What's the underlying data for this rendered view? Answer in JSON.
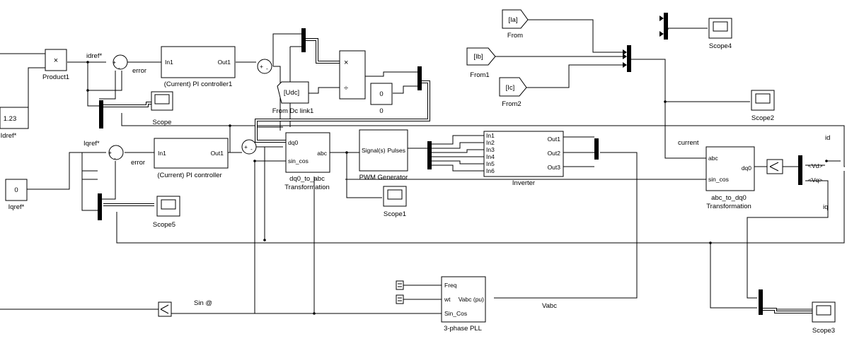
{
  "blocks": {
    "product1": {
      "label": "Product1",
      "symbol": "×"
    },
    "idref_const": {
      "value": "1.23",
      "label": "Idref*"
    },
    "iqref_const": {
      "value": "0",
      "label": "Iqref*"
    },
    "pi_controller1": {
      "label": "(Current) PI controller1",
      "in": "In1",
      "out": "Out1"
    },
    "pi_controller": {
      "label": "(Current) PI controller",
      "in": "In1",
      "out": "Out1"
    },
    "scope": {
      "label": "Scope"
    },
    "scope1": {
      "label": "Scope1"
    },
    "scope2": {
      "label": "Scope2"
    },
    "scope3": {
      "label": "Scope3"
    },
    "scope4": {
      "label": "Scope4"
    },
    "scope5": {
      "label": "Scope5"
    },
    "from_dc_link1": {
      "tag": "[Udc]",
      "label": "From Dc link1"
    },
    "const_zero_mid": {
      "value": "0",
      "label": "0"
    },
    "divide": {
      "mul": "×",
      "div": "÷"
    },
    "dq0_to_abc": {
      "label1": "dq0_to_abc",
      "label2": "Transformation",
      "in1": "dq0",
      "in2": "sin_cos",
      "out": "abc"
    },
    "pwm": {
      "label": "PWM Generator",
      "in": "Signal(s)",
      "out": "Pulses"
    },
    "inverter": {
      "label": "Inverter",
      "inputs": [
        "In1",
        "In2",
        "In3",
        "In4",
        "In5",
        "In6"
      ],
      "outputs": [
        "Out1",
        "Out2",
        "Out3"
      ]
    },
    "abc_to_dq0": {
      "label1": "abc_to_dq0",
      "label2": "Transformation",
      "in1": "abc",
      "in2": "sin_cos",
      "out": "dq0"
    },
    "pll": {
      "label": "3-phase PLL",
      "in1": "wt",
      "in2": "Vabc (pu)",
      "out1": "Freq",
      "out3": "Sin_Cos"
    },
    "from_ia": {
      "tag": "[Ia]",
      "label": "From"
    },
    "from_ib": {
      "tag": "[Ib]",
      "label": "From1"
    },
    "from_ic": {
      "tag": "[Ic]",
      "label": "From2"
    },
    "bus_selector": {
      "out1": "<Vd>",
      "out2": "<Vq>"
    }
  },
  "signals": {
    "idref": "idref*",
    "iqref": "Iqref*",
    "error_top": "error",
    "error_bottom": "error",
    "current": "current",
    "id": "id",
    "iq": "iq",
    "vabc": "Vabc",
    "sin_theta": "Sin @"
  },
  "sum_signs": {
    "plus": "+",
    "minus": "-"
  }
}
